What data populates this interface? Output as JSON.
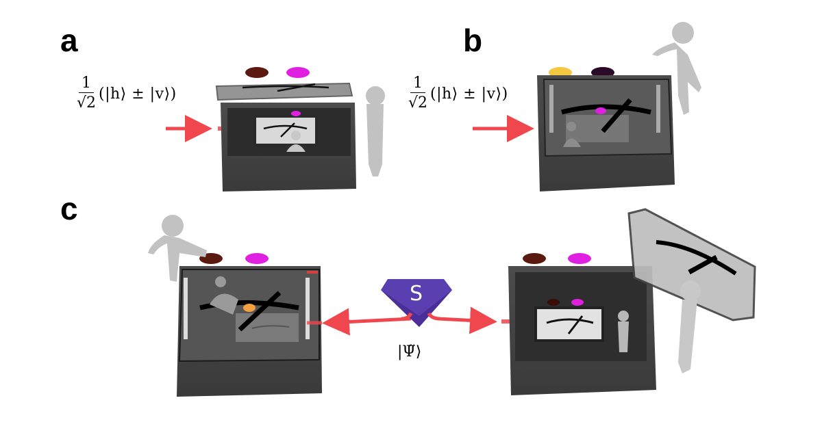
{
  "figure": {
    "panels": [
      {
        "id": "a",
        "label": "a",
        "input_state": {
          "prefactor_num": "1",
          "prefactor_den": "√2",
          "ket_expression": "(|h⟩ ± |v⟩)"
        }
      },
      {
        "id": "b",
        "label": "b",
        "input_state": {
          "prefactor_num": "1",
          "prefactor_den": "√2",
          "ket_expression": "(|h⟩ ± |v⟩)"
        }
      },
      {
        "id": "c",
        "label": "c",
        "source_label": "S",
        "output_state": "|Ψ̃⟩"
      }
    ],
    "colors": {
      "box": "#4a4a4a",
      "box_dark": "#333333",
      "laser": "#f0474f",
      "lamp_magenta": "#e020e0",
      "lamp_dark_red": "#5a1a10",
      "lamp_yellow": "#f5c842",
      "lamp_dark_purple": "#2a0a28",
      "lamp_orange": "#f5a040",
      "source_purple": "#5a3fb0",
      "figure_gray": "#bdbdbd"
    }
  }
}
